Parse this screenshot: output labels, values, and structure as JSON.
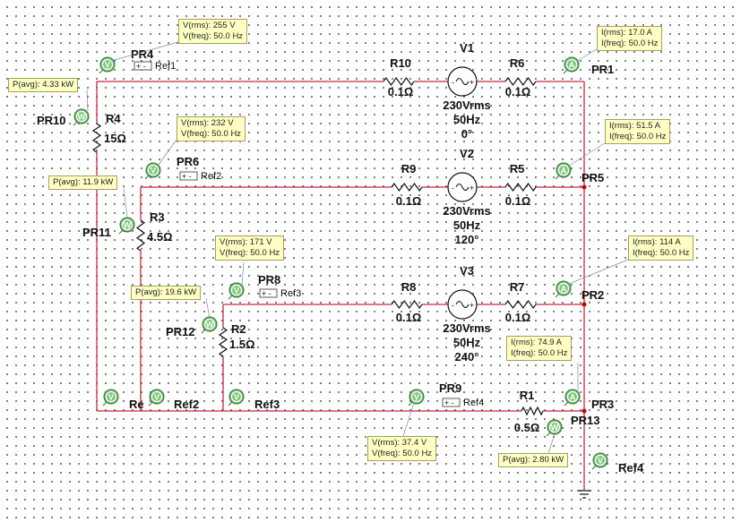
{
  "theme": {
    "wire": "#c8283c",
    "probe_green": "#5cb85c",
    "note_bg": "#ffffc4",
    "node": "#cc0000"
  },
  "sources": [
    {
      "name": "V1",
      "v": "230Vrms",
      "f": "50Hz",
      "ph": "0°"
    },
    {
      "name": "V2",
      "v": "230Vrms",
      "f": "50Hz",
      "ph": "120°"
    },
    {
      "name": "V3",
      "v": "230Vrms",
      "f": "50Hz",
      "ph": "240°"
    }
  ],
  "resistors": {
    "R10": {
      "name": "R10",
      "value": "0.1Ω"
    },
    "R6": {
      "name": "R6",
      "value": "0.1Ω"
    },
    "R9": {
      "name": "R9",
      "value": "0.1Ω"
    },
    "R5": {
      "name": "R5",
      "value": "0.1Ω"
    },
    "R8": {
      "name": "R8",
      "value": "0.1Ω"
    },
    "R7": {
      "name": "R7",
      "value": "0.1Ω"
    },
    "R4": {
      "name": "R4",
      "value": "15Ω"
    },
    "R3": {
      "name": "R3",
      "value": "4.5Ω"
    },
    "R2": {
      "name": "R2",
      "value": "1.5Ω"
    },
    "R1": {
      "name": "R1",
      "value": "0.5Ω"
    }
  },
  "probes": {
    "PR1": "PR1",
    "PR2": "PR2",
    "PR3": "PR3",
    "PR4": "PR4",
    "PR5": "PR5",
    "PR6": "PR6",
    "PR8": "PR8",
    "PR9": "PR9",
    "PR10": "PR10",
    "PR11": "PR11",
    "PR12": "PR12",
    "PR13": "PR13"
  },
  "refs": {
    "Ref1": "Ref1",
    "Ref2": "Ref2",
    "Ref3": "Ref3",
    "Ref4": "Ref4",
    "Ref_left": "Re"
  },
  "readouts": {
    "pr4_rms": "V(rms): 255 V",
    "pr4_freq": "V(freq): 50.0 Hz",
    "pr1_rms": "I(rms): 17.0 A",
    "pr1_freq": "I(freq): 50.0 Hz",
    "pr10_p": "P(avg): 4.33 kW",
    "pr6_rms": "V(rms): 232 V",
    "pr6_freq": "V(freq): 50.0 Hz",
    "pr5_rms": "I(rms): 51.5 A",
    "pr5_freq": "I(freq): 50.0 Hz",
    "pr11_p": "P(avg): 11.9 kW",
    "pr8_rms": "V(rms): 171 V",
    "pr8_freq": "V(freq): 50.0 Hz",
    "pr2_rms": "I(rms): 114 A",
    "pr2_freq": "I(freq): 50.0 Hz",
    "pr12_p": "P(avg): 19.6 kW",
    "pr3_rms": "I(rms): 74.9 A",
    "pr3_freq": "I(freq): 50.0 Hz",
    "pr9_rms": "V(rms): 37.4 V",
    "pr9_freq": "V(freq): 50.0 Hz",
    "pr13_p": "P(avg): 2.80 kW"
  },
  "probe_letters": {
    "voltage": "V",
    "current": "A",
    "power": "W"
  }
}
